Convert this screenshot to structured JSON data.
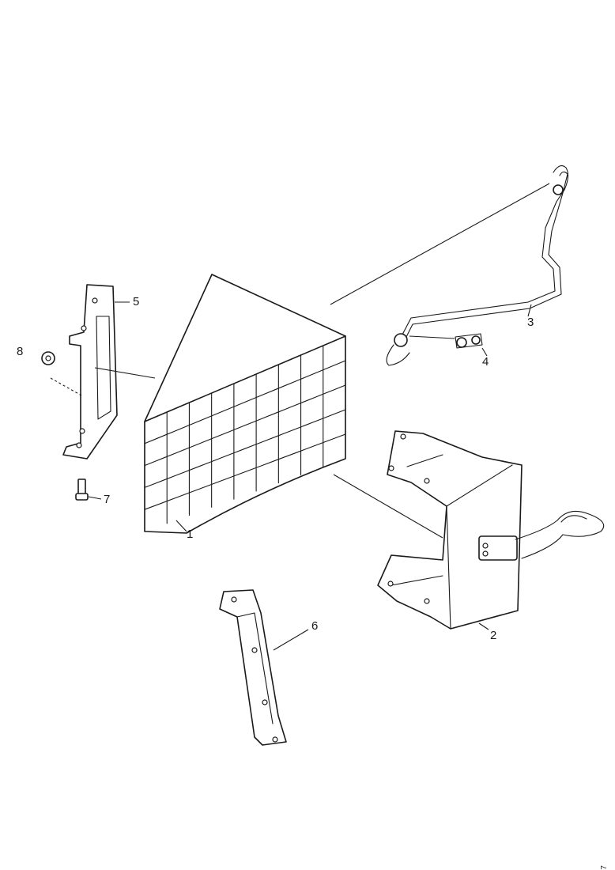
{
  "diagram": {
    "kind": "exploded parts view",
    "drawing_id": "3112867",
    "parts": [
      {
        "id": "grille",
        "callout": "1"
      },
      {
        "id": "housing",
        "callout": "2"
      },
      {
        "id": "rod",
        "callout": "3"
      },
      {
        "id": "clip",
        "callout": "4"
      },
      {
        "id": "upper-bracket",
        "callout": "5"
      },
      {
        "id": "support-bracket",
        "callout": "6"
      },
      {
        "id": "bolt",
        "callout": "7"
      },
      {
        "id": "nut",
        "callout": "8"
      }
    ]
  }
}
